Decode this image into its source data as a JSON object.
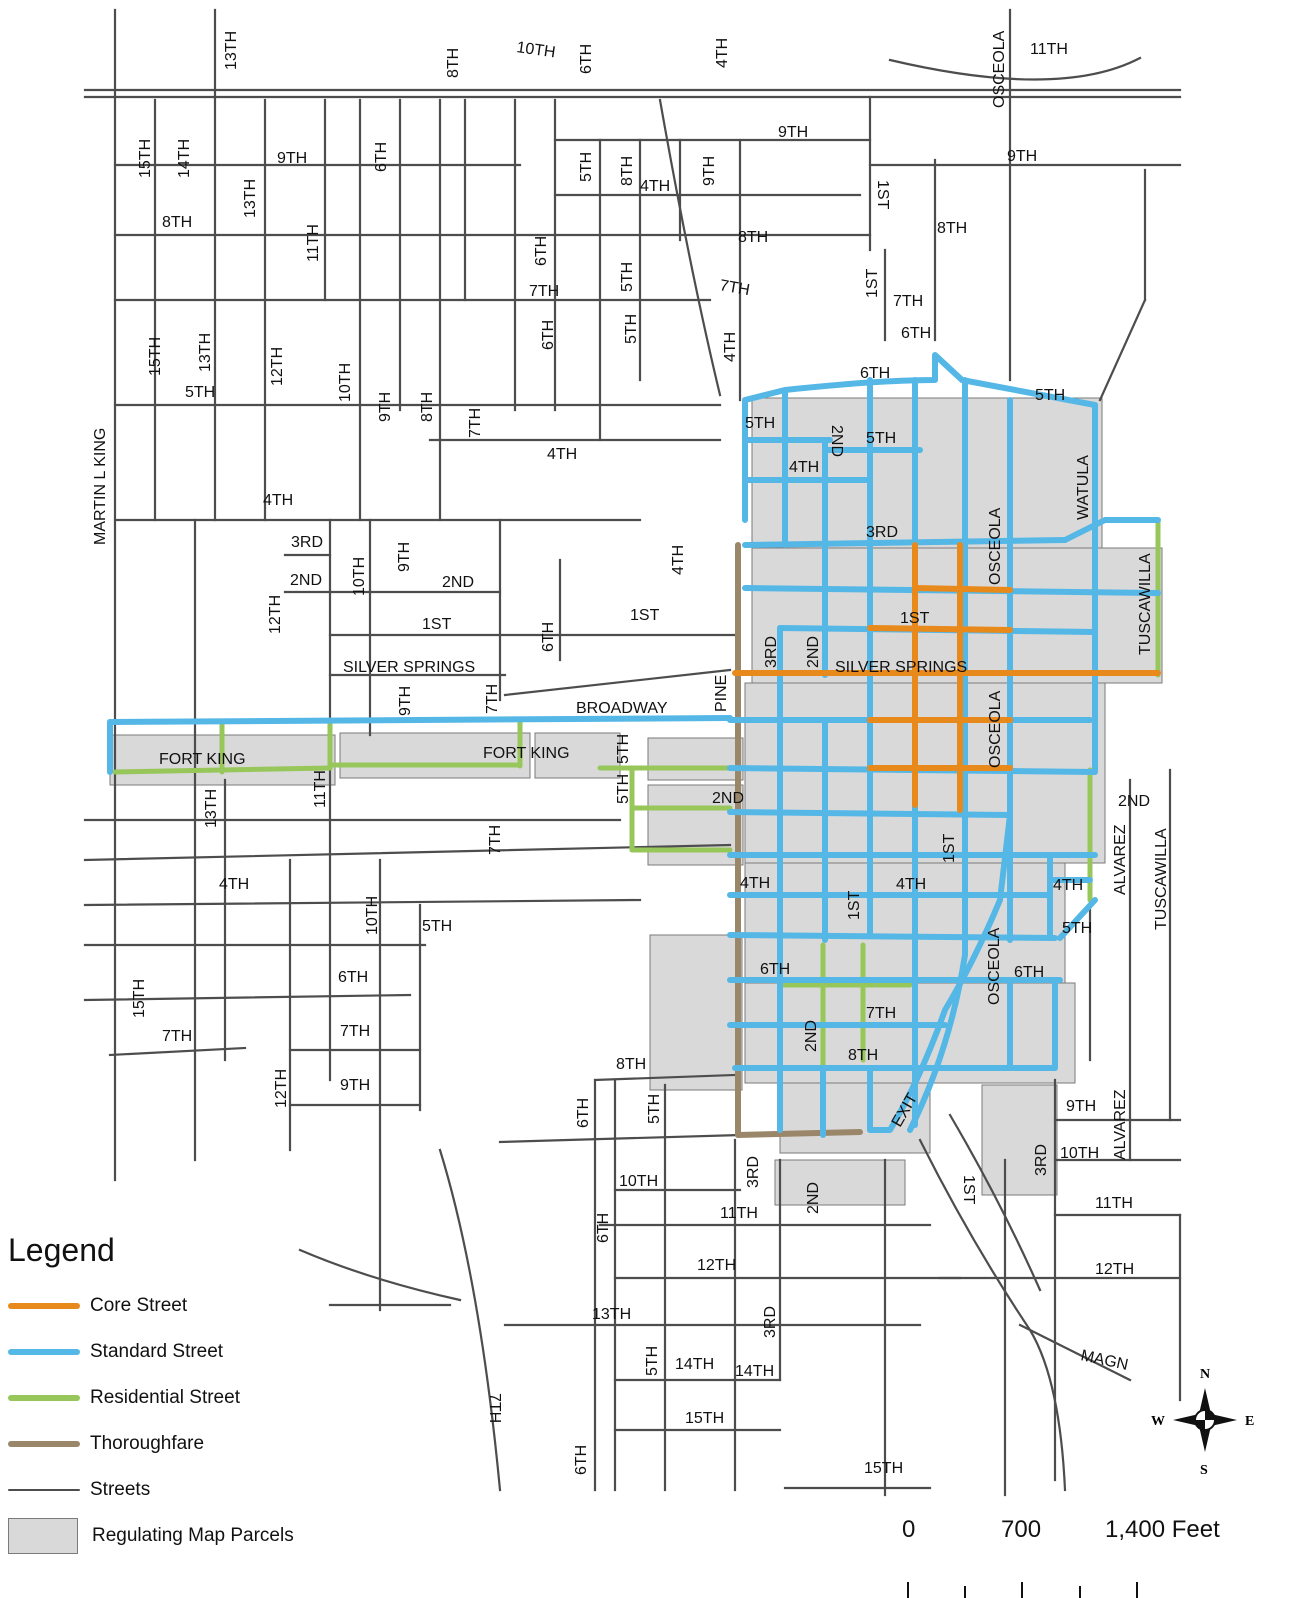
{
  "legend": {
    "title": "Legend",
    "items": [
      {
        "label": "Core Street",
        "color": "#e8891c",
        "kind": "core"
      },
      {
        "label": "Standard Street",
        "color": "#55b7e6",
        "kind": "standard"
      },
      {
        "label": "Residential Street",
        "color": "#97c65a",
        "kind": "residential"
      },
      {
        "label": "Thoroughfare",
        "color": "#9a876a",
        "kind": "thoroughfare"
      },
      {
        "label": "Streets",
        "color": "#4d4d4d",
        "kind": "street"
      },
      {
        "label": "Regulating Map Parcels",
        "color": "#d9d9d9",
        "kind": "parcel"
      }
    ]
  },
  "scale_bar": {
    "labels": [
      "0",
      "700",
      "1,400 Feet"
    ]
  },
  "compass": {
    "n": "N",
    "s": "S",
    "e": "E",
    "w": "W"
  },
  "street_labels": [
    "13TH",
    "8TH",
    "10TH",
    "6TH",
    "4TH",
    "OSCEOLA",
    "11TH",
    "9TH",
    "9TH",
    "15TH",
    "14TH",
    "9TH",
    "6TH",
    "5TH",
    "8TH",
    "4TH",
    "9TH",
    "1ST",
    "8TH",
    "13TH",
    "11TH",
    "6TH",
    "5TH",
    "8TH",
    "8TH",
    "1ST",
    "7TH",
    "7TH",
    "15TH",
    "13TH",
    "12TH",
    "10TH",
    "5TH",
    "6TH",
    "5TH",
    "4TH",
    "7TH",
    "6TH",
    "6TH",
    "9TH",
    "8TH",
    "7TH",
    "5TH",
    "2ND",
    "5TH",
    "4TH",
    "5TH",
    "4TH",
    "MARTIN L KING",
    "4TH",
    "3RD",
    "3RD",
    "2ND",
    "2ND",
    "10TH",
    "9TH",
    "4TH",
    "WATULA",
    "OSCEOLA",
    "TUSCAWILLA",
    "12TH",
    "1ST",
    "1ST",
    "6TH",
    "1ST",
    "SILVER SPRINGS",
    "3RD",
    "2ND",
    "SILVER SPRINGS",
    "PINE",
    "9TH",
    "7TH",
    "BROADWAY",
    "FORT KING",
    "FORT KING",
    "5TH",
    "OSCEOLA",
    "11TH",
    "13TH",
    "5TH",
    "2ND",
    "2ND",
    "7TH",
    "ALVAREZ",
    "TUSCAWILLA",
    "1ST",
    "4TH",
    "4TH",
    "1ST",
    "4TH",
    "4TH",
    "10TH",
    "5TH",
    "5TH",
    "6TH",
    "OSCEOLA",
    "6TH",
    "15TH",
    "6TH",
    "7TH",
    "7TH",
    "7TH",
    "2ND",
    "8TH",
    "8TH",
    "12TH",
    "9TH",
    "6TH",
    "5TH",
    "EXIT",
    "9TH",
    "ALVAREZ",
    "10TH",
    "3RD",
    "3RD",
    "10TH",
    "2ND",
    "1ST",
    "11TH",
    "11TH",
    "6TH",
    "12TH",
    "12TH",
    "13TH",
    "3RD",
    "5TH",
    "14TH",
    "14TH",
    "MAGN",
    "7TH",
    "15TH",
    "6TH",
    "15TH"
  ]
}
